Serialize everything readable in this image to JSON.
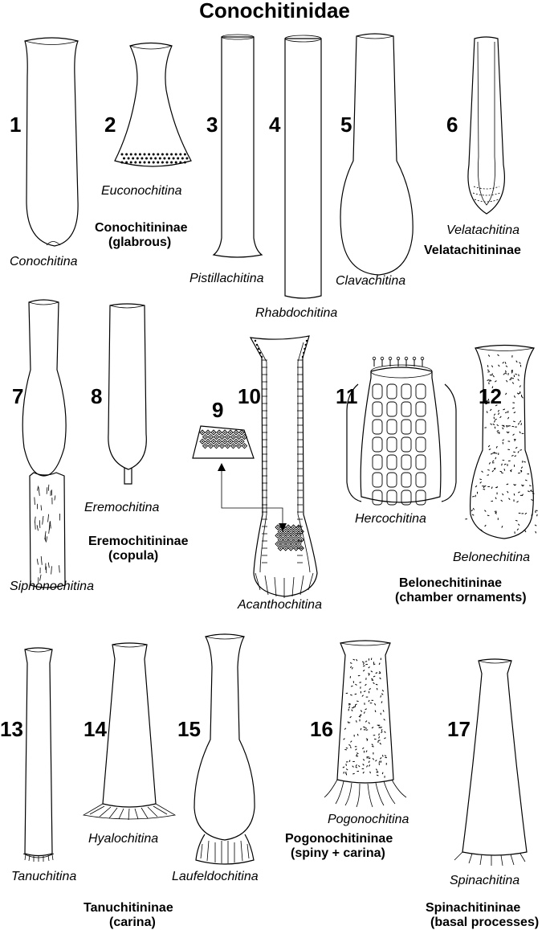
{
  "title": "Conochitinidae",
  "numbers": [
    "1",
    "2",
    "3",
    "4",
    "5",
    "6",
    "7",
    "8",
    "9",
    "10",
    "11",
    "12",
    "13",
    "14",
    "15",
    "16",
    "17"
  ],
  "genera": {
    "conochitina": "Conochitina",
    "euconochitina": "Euconochitina",
    "pistillachitina": "Pistillachitina",
    "rhabdochitina": "Rhabdochitina",
    "clavachitina": "Clavachitina",
    "velatachitina": "Velatachitina",
    "siphonochitina": "Siphonochitina",
    "eremochitina": "Eremochitina",
    "acanthochitina": "Acanthochitina",
    "hercochitina": "Hercochitina",
    "belonechitina": "Belonechitina",
    "tanuchitina": "Tanuchitina",
    "hyalochitina": "Hyalochitina",
    "laufeldochitina": "Laufeldochitina",
    "pogonochitina": "Pogonochitina",
    "spinachitina": "Spinachitina"
  },
  "subfamilies": {
    "conochitininae": [
      "Conochitininae",
      "(glabrous)"
    ],
    "velatachitininae": [
      "Velatachitininae"
    ],
    "eremochitininae": [
      "Eremochitininae",
      "(copula)"
    ],
    "belonechitininae": [
      "Belonechitininae",
      "(chamber ornaments)"
    ],
    "tanuchitininae": [
      "Tanuchitininae",
      "(carina)"
    ],
    "pogonochitininae": [
      "Pogonochitininae",
      "(spiny + carina)"
    ],
    "spinachitininae": [
      "Spinachitininae",
      "(basal processes)"
    ]
  }
}
